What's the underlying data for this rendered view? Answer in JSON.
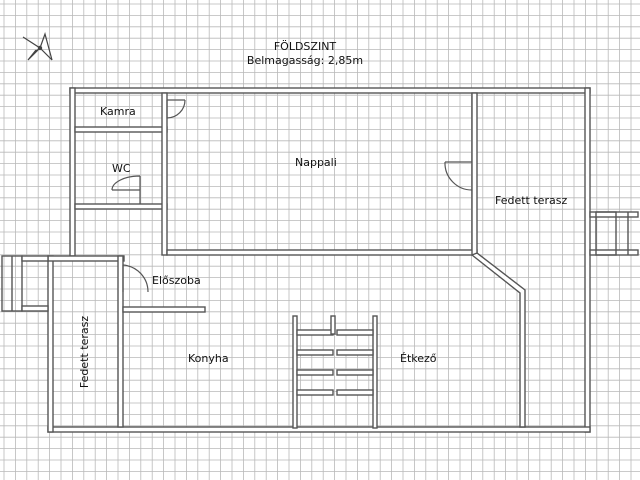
{
  "title": "FÖLDSZINT",
  "subtitle": "Belmagasság: 2,85m",
  "rooms": {
    "kamra": "Kamra",
    "wc": "WC",
    "nappali": "Nappali",
    "fedett_terasz_right": "Fedett terasz",
    "eloszoba": "Előszoba",
    "fedett_terasz_left": "Fedett terasz",
    "konyha": "Konyha",
    "etkezo": "Étkező"
  },
  "icons": {
    "compass": "north-arrow-icon"
  },
  "colors": {
    "grid": "#b9b9b9",
    "wall": "#555555",
    "wall_fill": "#ffffff"
  }
}
